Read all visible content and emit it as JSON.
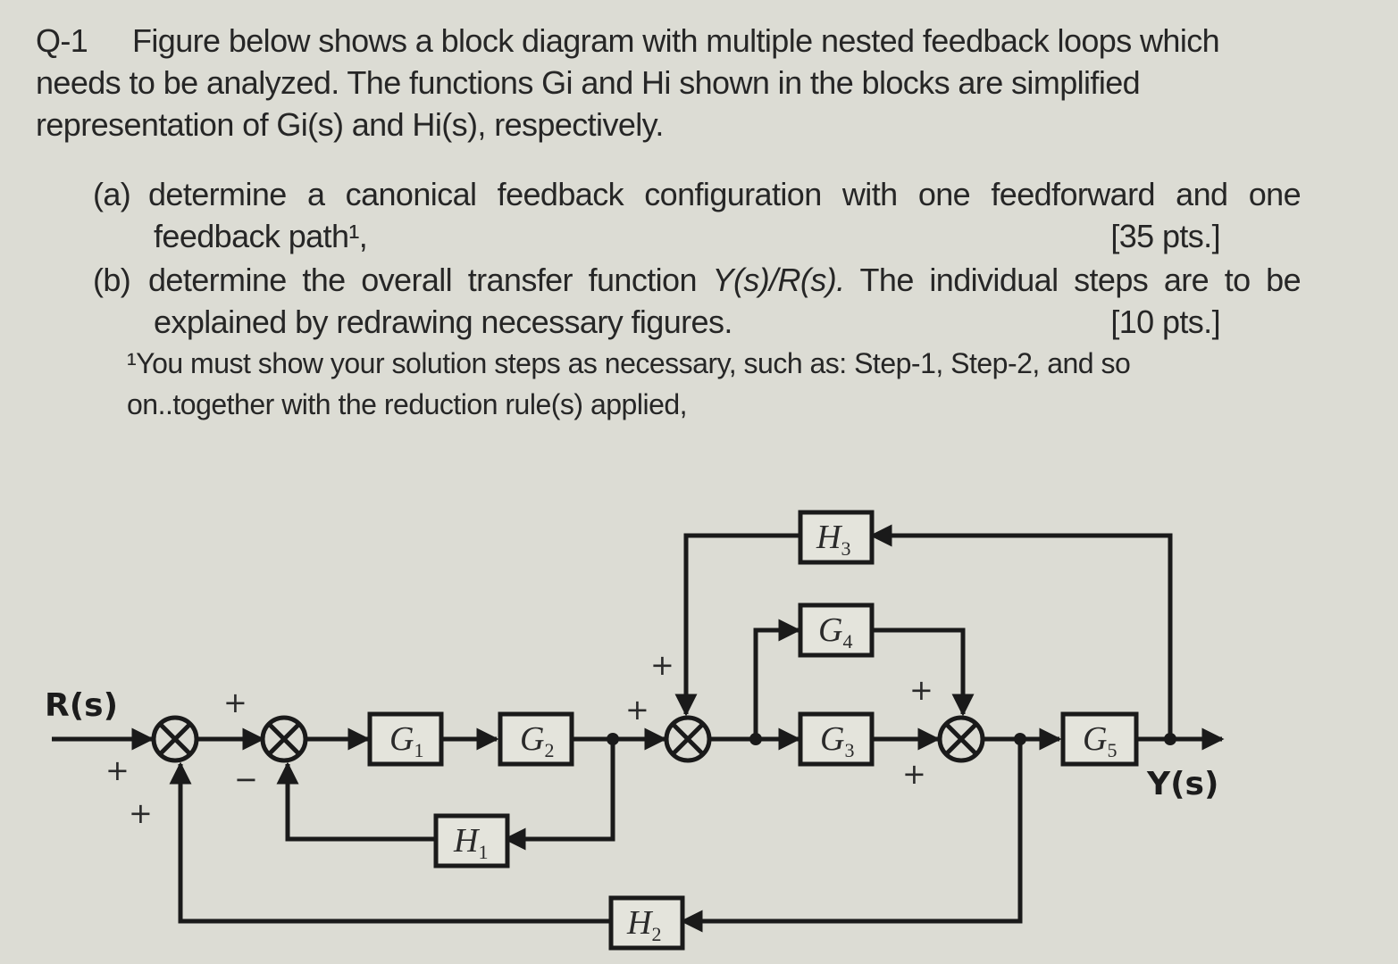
{
  "question": {
    "number": "Q-1",
    "line1": "Figure below shows a block diagram with multiple nested feedback loops which",
    "line2": "needs to be analyzed. The functions Gi and Hi shown in the blocks are simplified",
    "line3": "representation of Gi(s) and Hi(s), respectively."
  },
  "parts": {
    "a": {
      "label": "(a)",
      "line1": "determine a canonical feedback configuration with one feedforward and one",
      "line2": "feedback path¹,",
      "points": "[35 pts.]"
    },
    "b": {
      "label": "(b)",
      "line1_prefix": "determine the overall transfer function",
      "line1_math": "Y(s)/R(s).",
      "line1_suffix": "The individual steps are to be",
      "line2": "explained by redrawing necessary figures.",
      "points": "[10 pts.]"
    }
  },
  "footnote": {
    "line1": "¹You must show your solution steps as necessary, such as: Step-1, Step-2, and so",
    "line2": "on..together with the reduction rule(s) applied,"
  },
  "diagram": {
    "input_label": "R(s)",
    "output_label": "Y(s)",
    "blocks": {
      "G1": {
        "letter": "G",
        "sub": "1"
      },
      "G2": {
        "letter": "G",
        "sub": "2"
      },
      "G3": {
        "letter": "G",
        "sub": "3"
      },
      "G4": {
        "letter": "G",
        "sub": "4"
      },
      "G5": {
        "letter": "G",
        "sub": "5"
      },
      "H1": {
        "letter": "H",
        "sub": "1"
      },
      "H2": {
        "letter": "H",
        "sub": "2"
      },
      "H3": {
        "letter": "H",
        "sub": "3"
      }
    },
    "signs": {
      "plus": "+",
      "minus": "−"
    }
  }
}
